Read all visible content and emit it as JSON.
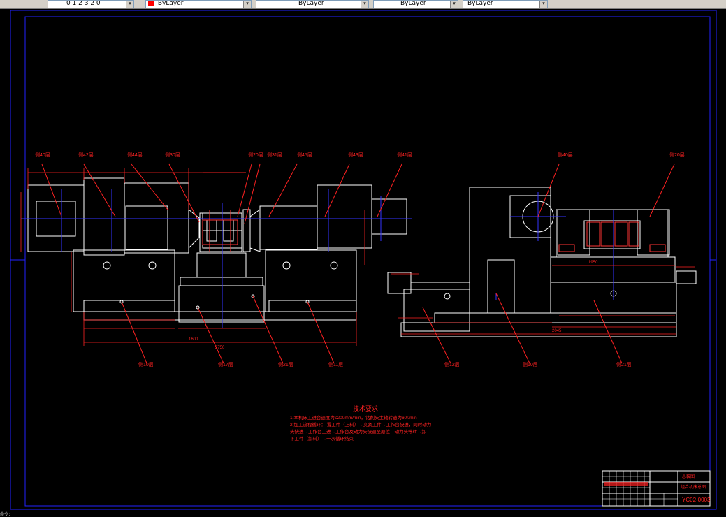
{
  "toolbar": {
    "layer_value": "0 1 2 3 2 0",
    "color_value": "ByLayer",
    "linetype_value": "ByLayer",
    "lineweight_value": "ByLayer",
    "plotstyle_value": "ByLayer"
  },
  "drawing": {
    "notes_title": "技术要求",
    "note_line1": "1.本机床工进台速度为≤200mm/min，钻削头主轴转速为60r/min",
    "note_line2": "2.加工流程循环：  置工件（上料）→夹紧工件→工作台快进，同时动力",
    "note_line3": "    头快进→工作台工进→工作台及动力头快退至原位→动力头停转→卸",
    "note_line4": "    下工件（卸料）→一次循环结束",
    "title_block_name": "总装图",
    "title_block_sub": "组合机床总图",
    "drawing_number": "YC02-0003",
    "callouts_top": [
      "侧40层",
      "侧42层",
      "侧44层",
      "侧30层",
      "侧20层",
      "侧31层",
      "侧45层",
      "侧43层",
      "侧41层",
      "侧40层",
      "侧20层"
    ],
    "callouts_bottom": [
      "侧10层",
      "侧17层",
      "侧21层",
      "侧11层",
      "侧12层",
      "侧10层",
      "侧21层"
    ],
    "dims_left": [
      "1600",
      "2750"
    ],
    "dims_right": [
      "1950",
      "2045"
    ]
  },
  "command_line": "命令:"
}
